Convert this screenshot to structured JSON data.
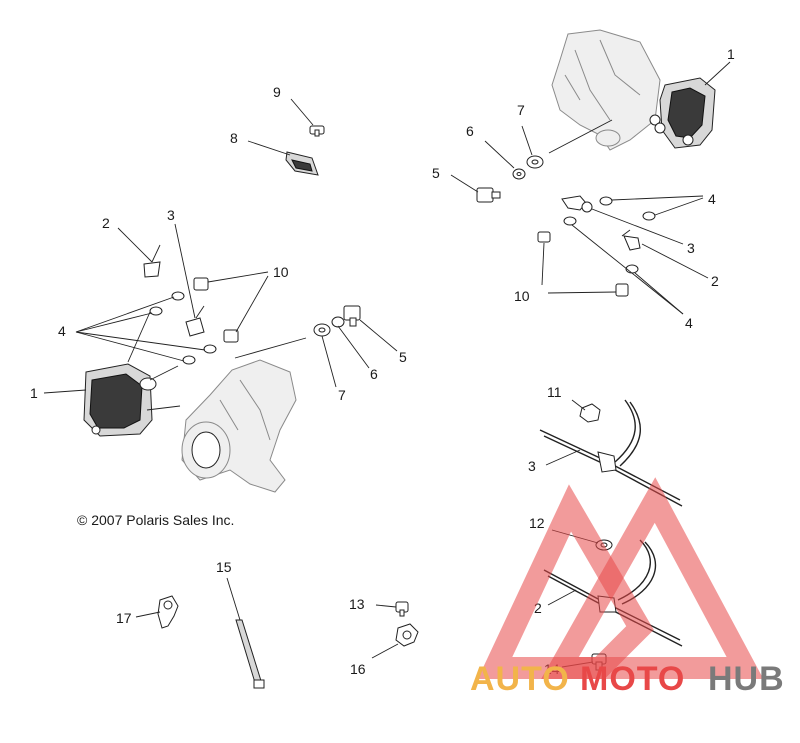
{
  "diagram": {
    "copyright": "© 2007 Polaris Sales Inc.",
    "callouts": {
      "c1_right": "1",
      "c7_right": "7",
      "c6_right": "6",
      "c5_right": "5",
      "c4_right_top": "4",
      "c3_right": "3",
      "c2_right": "2",
      "c10_right": "10",
      "c4_right_bottom": "4",
      "c9": "9",
      "c8": "8",
      "c2_left": "2",
      "c3_left": "3",
      "c10_left": "10",
      "c4_left": "4",
      "c1_left": "1",
      "c5_mid": "5",
      "c6_mid": "6",
      "c7_mid": "7",
      "c11": "11",
      "c3_cable": "3",
      "c12": "12",
      "c2_cable": "2",
      "c14": "14",
      "c15": "15",
      "c17": "17",
      "c13": "13",
      "c16": "16"
    }
  },
  "watermark": {
    "part1": "AUTO",
    "part2": "MOTO",
    "part3": "HUB",
    "color_auto": "#f2b44a",
    "color_moto": "#e84848",
    "color_hub": "#7a7a7a"
  }
}
